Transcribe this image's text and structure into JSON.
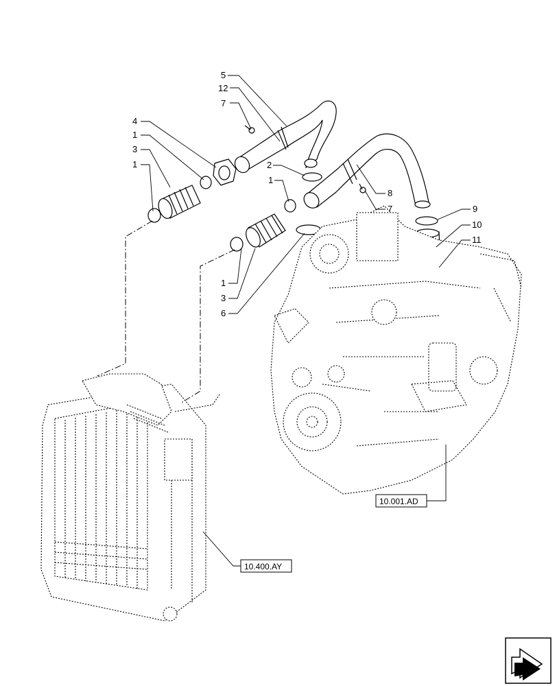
{
  "callouts": [
    {
      "id": "c5a",
      "label": "5"
    },
    {
      "id": "c12",
      "label": "12"
    },
    {
      "id": "c7a",
      "label": "7"
    },
    {
      "id": "c4",
      "label": "4"
    },
    {
      "id": "c1a",
      "label": "1"
    },
    {
      "id": "c3a",
      "label": "3"
    },
    {
      "id": "c1b",
      "label": "1"
    },
    {
      "id": "c2",
      "label": "2"
    },
    {
      "id": "c1c",
      "label": "1"
    },
    {
      "id": "c8",
      "label": "8"
    },
    {
      "id": "c7b",
      "label": "7"
    },
    {
      "id": "c9",
      "label": "9"
    },
    {
      "id": "c10",
      "label": "10"
    },
    {
      "id": "c11",
      "label": "11"
    },
    {
      "id": "c1d",
      "label": "1"
    },
    {
      "id": "c3b",
      "label": "3"
    },
    {
      "id": "c6",
      "label": "6"
    }
  ],
  "references": {
    "engine": "10.001.AD",
    "radiator": "10.400.AY"
  },
  "icons": {
    "navigation": "next-page-arrow-icon"
  }
}
